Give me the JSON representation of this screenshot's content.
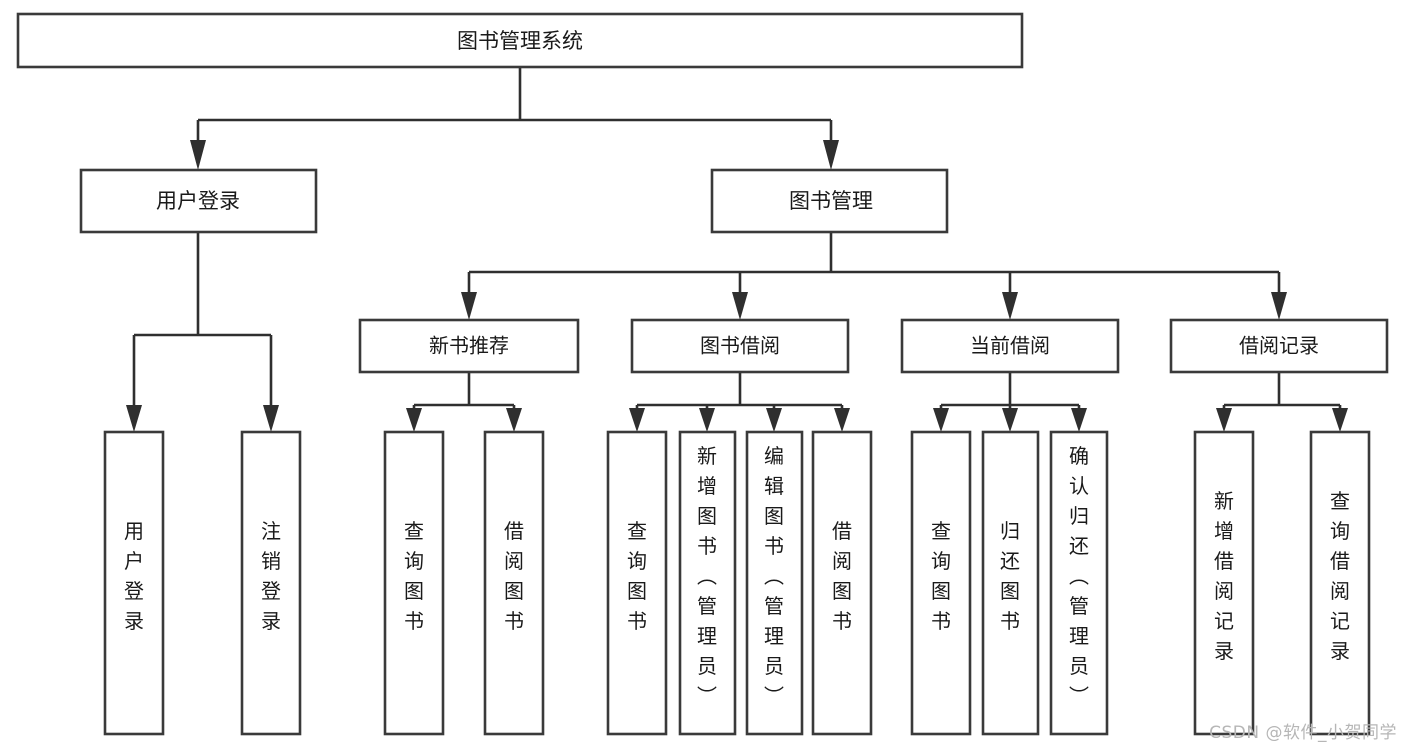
{
  "diagram": {
    "title": "图书管理系统",
    "type": "tree",
    "orientation": "top-down",
    "colors": {
      "box_stroke": "#3a3a3a",
      "connector": "#2f2f2f",
      "box_fill": "#ffffff",
      "text": "#1a1a1a",
      "background": "#ffffff",
      "watermark": "#b6b6b6"
    },
    "root": {
      "label": "图书管理系统"
    },
    "level2": [
      {
        "label": "用户登录"
      },
      {
        "label": "图书管理"
      }
    ],
    "level3": [
      {
        "label": "新书推荐"
      },
      {
        "label": "图书借阅"
      },
      {
        "label": "当前借阅"
      },
      {
        "label": "借阅记录"
      }
    ],
    "leaves": {
      "user_login": [
        {
          "label": "用户登录"
        },
        {
          "label": "注销登录"
        }
      ],
      "new_book_recommend": [
        {
          "label": "查询图书"
        },
        {
          "label": "借阅图书"
        }
      ],
      "book_borrow": [
        {
          "label": "查询图书"
        },
        {
          "label": "新增图书（管理员）"
        },
        {
          "label": "编辑图书（管理员）"
        },
        {
          "label": "借阅图书"
        }
      ],
      "current_borrow": [
        {
          "label": "查询图书"
        },
        {
          "label": "归还图书"
        },
        {
          "label": "确认归还（管理员）"
        }
      ],
      "borrow_record": [
        {
          "label": "新增借阅记录"
        },
        {
          "label": "查询借阅记录"
        }
      ]
    }
  },
  "watermark": {
    "text": "CSDN @软件_小贺同学"
  }
}
